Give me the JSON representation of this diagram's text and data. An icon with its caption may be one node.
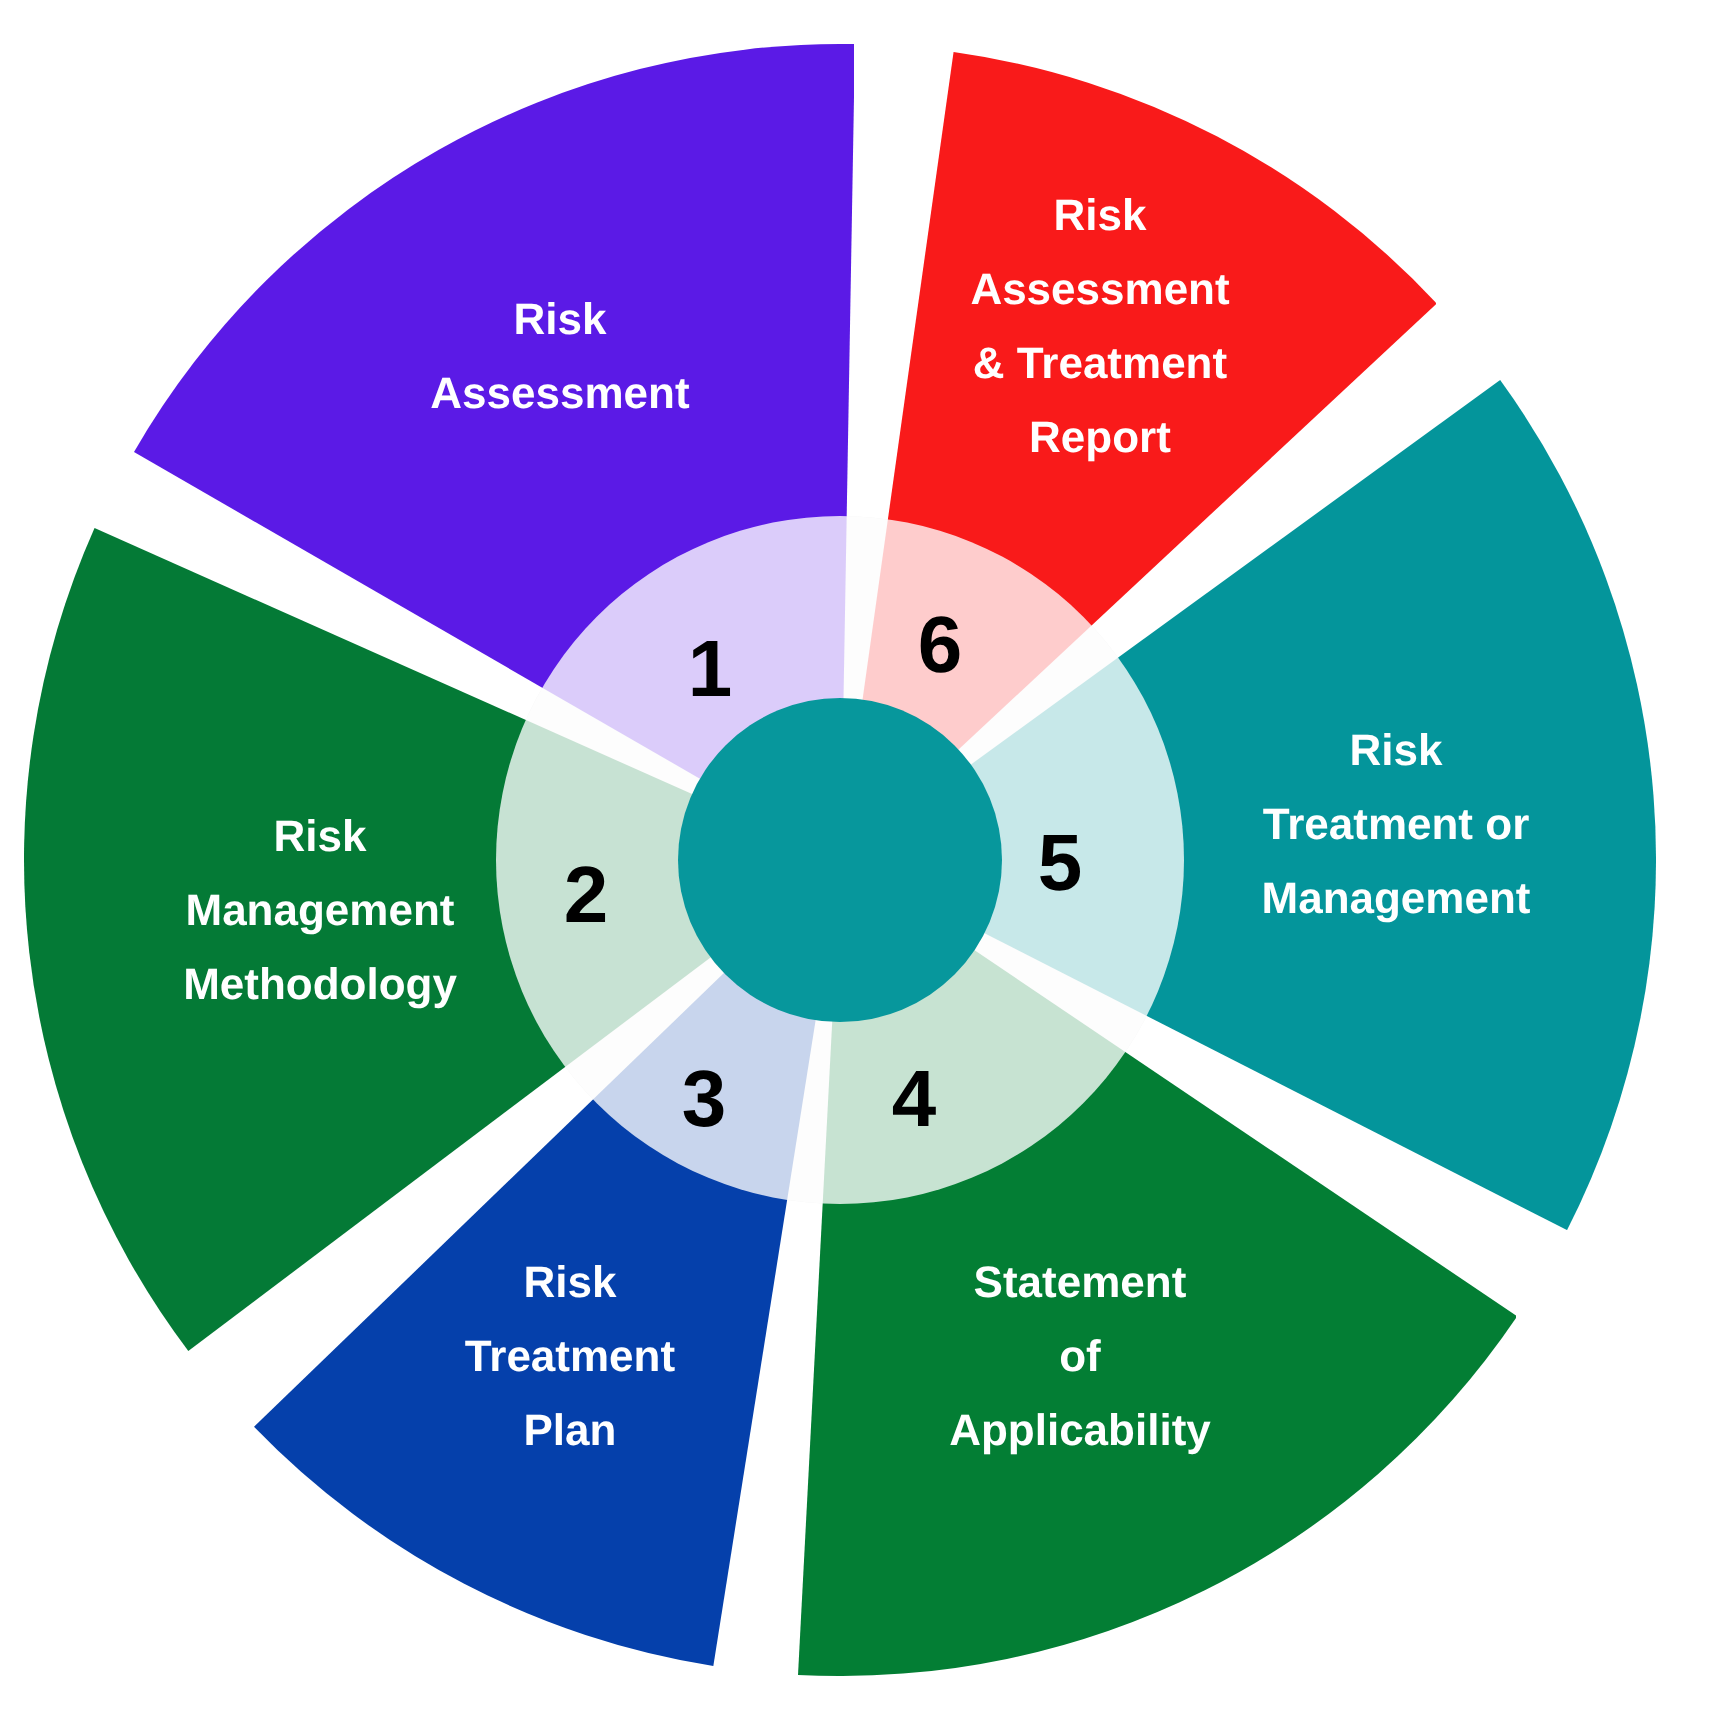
{
  "diagram": {
    "nodes": [
      {
        "text": [
          "Risk Assessment"
        ]
      },
      {
        "text": [
          "Risk Assessment & Treatment Report"
        ]
      },
      {
        "text": [
          "Risk Treatment or Management"
        ]
      },
      {
        "text": [
          "Statement of Applicability"
        ]
      },
      {
        "text": [
          "Risk Treatment Plan"
        ]
      },
      {
        "text": [
          "Risk Management Methodology"
        ]
      },
      {
        "text": [],
        "shape": "circle"
      }
    ],
    "labels": [
      "1",
      "6",
      "2",
      "5",
      "3",
      "4"
    ]
  }
}
